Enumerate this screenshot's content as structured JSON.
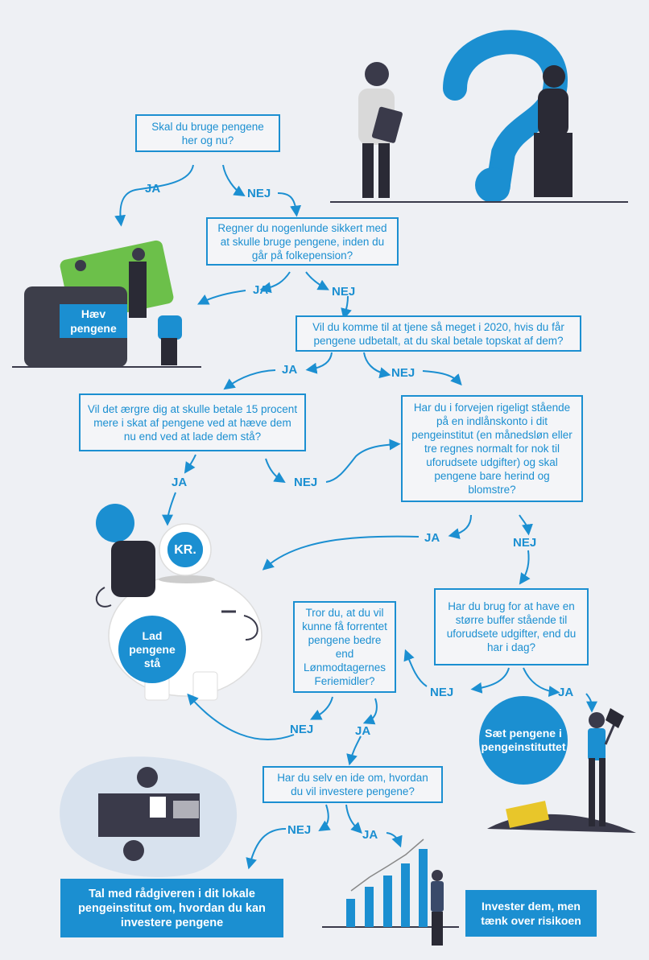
{
  "colors": {
    "accent": "#1b8fd1",
    "background": "#eef0f4",
    "dark": "#3a3a4a",
    "green": "#6cc04a",
    "gold": "#e8c62a"
  },
  "questions": {
    "q1": "Skal du bruge pengene her og nu?",
    "q2": "Regner du nogenlunde sikkert med at skulle bruge pengene, inden du går på folkepension?",
    "q3": "Vil du komme til at tjene så meget i 2020, hvis du får pengene udbetalt, at du skal betale topskat af dem?",
    "q4": "Vil det ærgre dig at skulle betale 15 procent mere i skat af pengene ved at hæve dem nu end ved at lade dem stå?",
    "q5": "Har du i forvejen rigeligt stående på en indlånskonto i dit pengeinstitut (en månedsløn eller tre regnes normalt for nok til uforudsete udgifter) og skal pengene bare herind og blomstre?",
    "q6": "Har du brug for at have en større buffer stående til uforudsete udgifter, end du har i dag?",
    "q7": "Tror du, at du vil kunne få forrentet pengene bedre end Lønmodtagernes Feriemidler?",
    "q8": "Har du selv en ide om, hvordan du vil investere pengene?"
  },
  "labels": {
    "yes": "JA",
    "no": "NEJ"
  },
  "results": {
    "haev": "Hæv pengene",
    "lad": "Lad pengene stå",
    "kr": "KR.",
    "saet": "Sæt pengene i pengeinstituttet",
    "tal": "Tal med rådgiveren i dit lokale pengeinstitut om, hvordan du kan investere pengene",
    "invester": "Invester dem, men tænk over risikoen"
  },
  "icons": [
    "question-mark-icon",
    "people-icon",
    "wallet-icon",
    "piggy-bank-icon",
    "coin-icon",
    "treasure-chest-icon",
    "meeting-icon",
    "bar-chart-icon"
  ]
}
